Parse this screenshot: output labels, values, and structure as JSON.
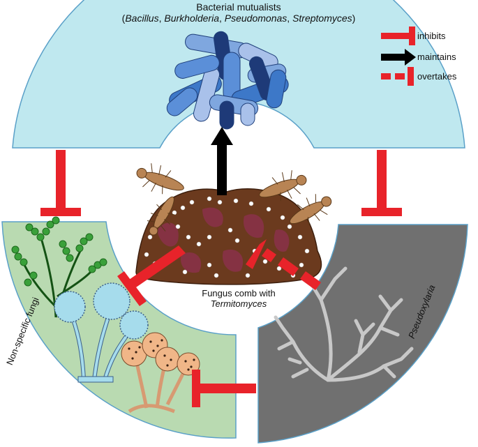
{
  "title": {
    "line1": "Bacterial mutualists",
    "genera": [
      "Bacillus",
      "Burkholderia",
      "Pseudomonas",
      "Streptomyces"
    ]
  },
  "legend": {
    "inhibits": "inhibits",
    "maintains": "maintains",
    "overtakes": "overtakes"
  },
  "labels": {
    "comb_line1": "Fungus comb with",
    "comb_line2": "Termitomyces",
    "non_specific_fungi": "Non-specific fungi",
    "pseudoxylaria": "Pseudoxylaria"
  },
  "colors": {
    "bacteria_panel": "#bfe8ef",
    "fungi_panel": "#b9dab1",
    "pseudoxylaria_panel": "#707070",
    "inhibit_arrow": "#e8232a",
    "maintain_arrow": "#000000",
    "comb": "#6b3a1e"
  }
}
